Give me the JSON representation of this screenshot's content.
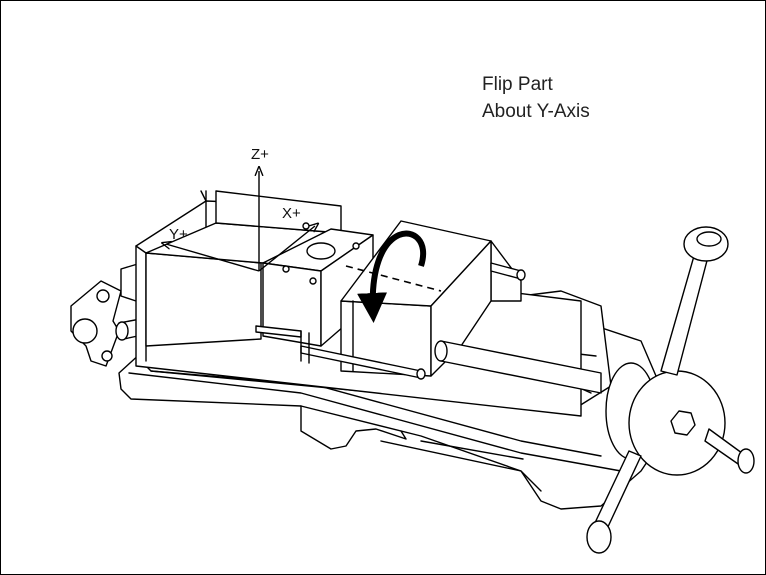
{
  "caption": {
    "line1": "Flip Part",
    "line2": "About Y-Axis"
  },
  "axes": {
    "z": "Z+",
    "x": "X+",
    "y": "Y+"
  }
}
